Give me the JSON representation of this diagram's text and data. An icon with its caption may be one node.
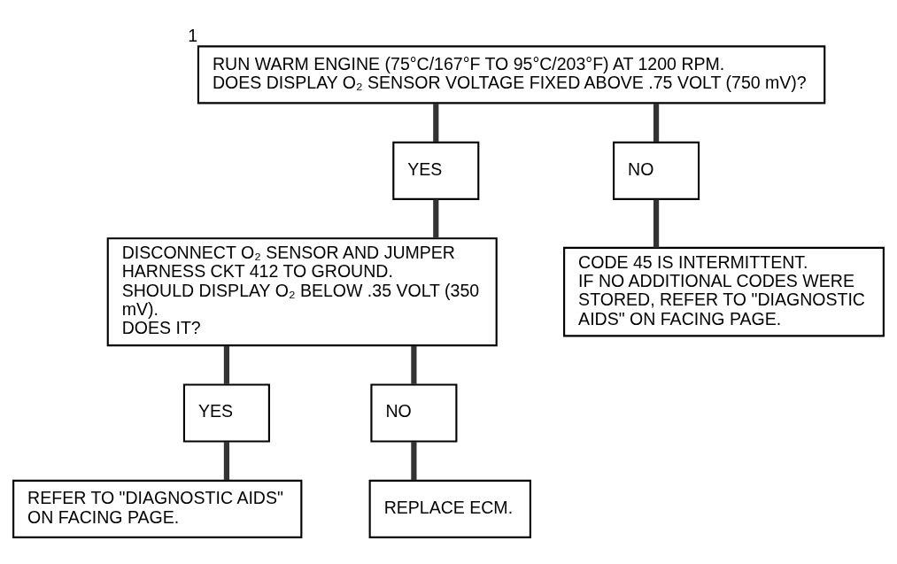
{
  "diagram": {
    "nodes": [
      {
        "text": [
          "RUN WARM ENGINE (75°C/167°F TO 95°C/203°F) AT 1200 RPM.",
          "DOES DISPLAY O₂ SENSOR VOLTAGE FIXED ABOVE .75 VOLT (750 mV)?"
        ],
        "beside": [
          "1"
        ]
      },
      {
        "text": [
          "YES"
        ]
      },
      {
        "text": [
          "NO"
        ]
      },
      {
        "text": [
          "DISCONNECT O₂ SENSOR AND JUMPER HARNESS CKT 412 TO GROUND.",
          "SHOULD DISPLAY O₂ BELOW .35 VOLT (350 mV).",
          "DOES IT?"
        ]
      },
      {
        "text": [
          "CODE 45 IS INTERMITTENT.",
          "IF NO ADDITIONAL CODES WERE STORED, REFER TO \"DIAGNOSTIC AIDS\" ON FACING PAGE."
        ]
      },
      {
        "text": [
          "YES"
        ]
      },
      {
        "text": [
          "NO"
        ]
      },
      {
        "text": [
          "REFER TO \"DIAGNOSTIC AIDS\" ON FACING PAGE."
        ]
      },
      {
        "text": [
          "REPLACE ECM."
        ]
      }
    ],
    "edges": [
      {
        "from": 0,
        "to": 1,
        "arrow": "none"
      },
      {
        "from": 0,
        "to": 2,
        "arrow": "none"
      },
      {
        "from": 1,
        "to": 3,
        "arrow": "none"
      },
      {
        "from": 2,
        "to": 4,
        "arrow": "none"
      },
      {
        "from": 3,
        "to": 5,
        "arrow": "none"
      },
      {
        "from": 3,
        "to": 6,
        "arrow": "none"
      },
      {
        "from": 5,
        "to": 7,
        "arrow": "none"
      },
      {
        "from": 6,
        "to": 8,
        "arrow": "none"
      }
    ]
  }
}
